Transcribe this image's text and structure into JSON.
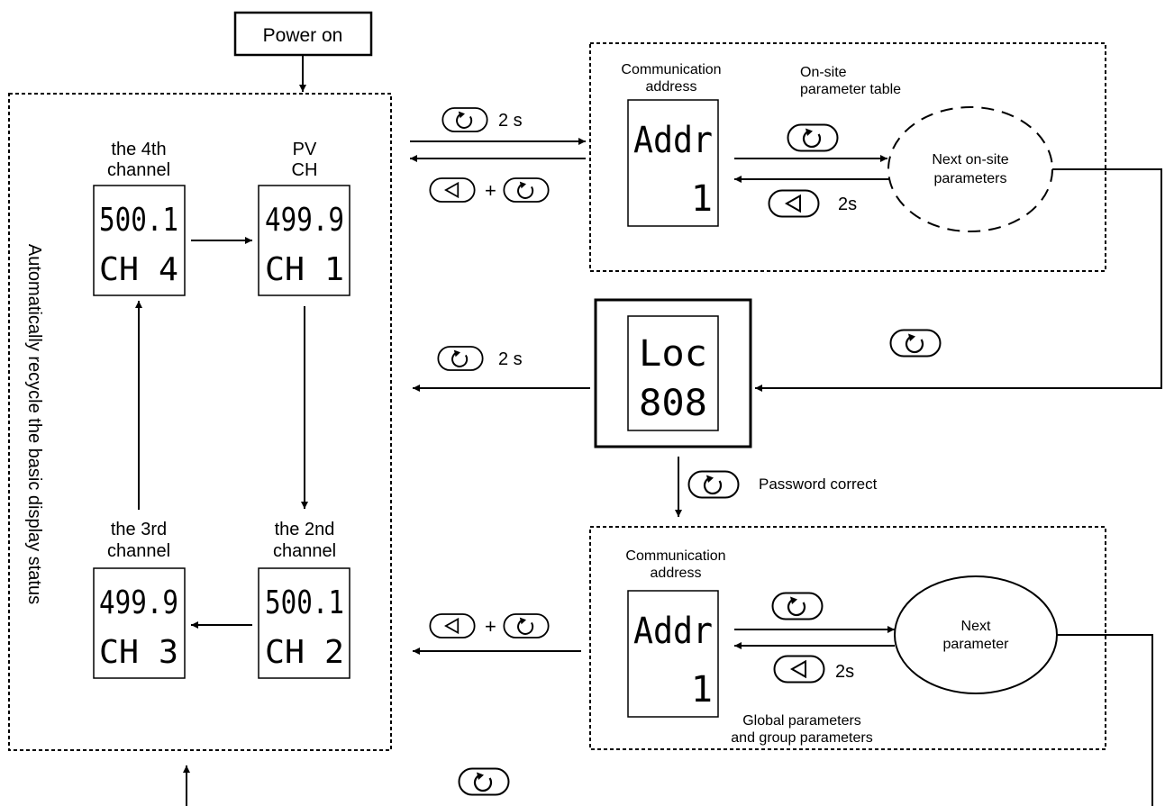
{
  "power_on": "Power on",
  "side_label": "Automatically recycle the basic display status",
  "channels": [
    {
      "title_1": "the 4th",
      "title_2": "channel",
      "value": "500.1",
      "ch_code": "CH  4"
    },
    {
      "title_1": "PV",
      "title_2": "CH",
      "value": "499.9",
      "ch_code": "CH  1"
    },
    {
      "title_1": "the 3rd",
      "title_2": "channel",
      "value": "499.9",
      "ch_code": "CH  3"
    },
    {
      "title_1": "the 2nd",
      "title_2": "channel",
      "value": "500.1",
      "ch_code": "CH  2"
    }
  ],
  "onsite": {
    "comm_1": "Communication",
    "comm_2": "address",
    "table_1": "On-site",
    "table_2": "parameter table",
    "display_top": "Addr",
    "display_bottom": "1",
    "next_1": "Next on-site",
    "next_2": "parameters",
    "back_time": "2s"
  },
  "lock": {
    "display_top": "Loc",
    "display_bottom": "808",
    "password_label": "Password correct"
  },
  "global": {
    "comm_1": "Communication",
    "comm_2": "address",
    "display_top": "Addr",
    "display_bottom": "1",
    "next_1": "Next",
    "next_2": "parameter",
    "back_time": "2s",
    "footer_1": "Global parameters",
    "footer_2": "and group parameters"
  },
  "arrows": {
    "hold_2s_a": "2 s",
    "hold_2s_b": "2 s",
    "plus_a": "+",
    "plus_b": "+"
  },
  "icons": {
    "cycle": "cycle-key-icon",
    "left": "shift-left-key-icon"
  }
}
